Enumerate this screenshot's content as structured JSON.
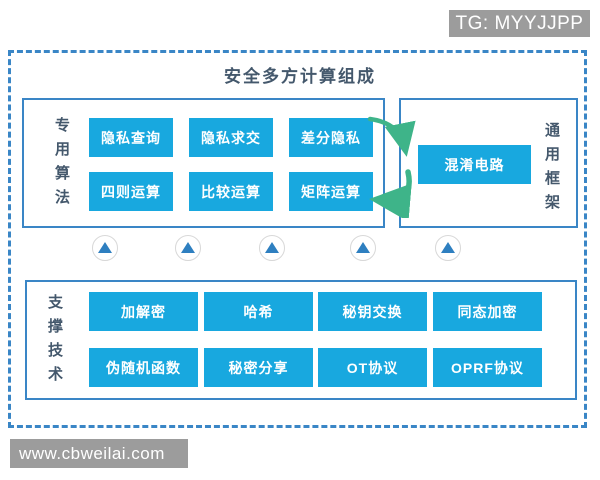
{
  "page": {
    "top_watermark": "TG: MYYJJPP",
    "bottom_watermark": "www.cbweilai.com"
  },
  "diagram": {
    "title": "安全多方计算组成",
    "special_algorithms": {
      "label": "专用算法",
      "items": [
        "隐私查询",
        "隐私求交",
        "差分隐私",
        "四则运算",
        "比较运算",
        "矩阵运算"
      ]
    },
    "general_framework": {
      "label": "通用框架",
      "items": [
        "混淆电路"
      ]
    },
    "supporting_technologies": {
      "label": "支撑技术",
      "items": [
        "加解密",
        "哈希",
        "秘钥交换",
        "同态加密",
        "伪随机函数",
        "秘密分享",
        "OT协议",
        "OPRF协议"
      ]
    },
    "icons": {
      "up_arrow": "triangle-up",
      "up_arrow_count": 5,
      "exchange_arrows": "curved-cycle-arrows"
    },
    "colors": {
      "node_fill": "#18a8df",
      "border_blue": "#3a86c6",
      "arrow_green": "#3eb489",
      "triangle_blue": "#2e7fc0",
      "title_text": "#44586c",
      "watermark_bg": "#9c9c9c"
    }
  }
}
